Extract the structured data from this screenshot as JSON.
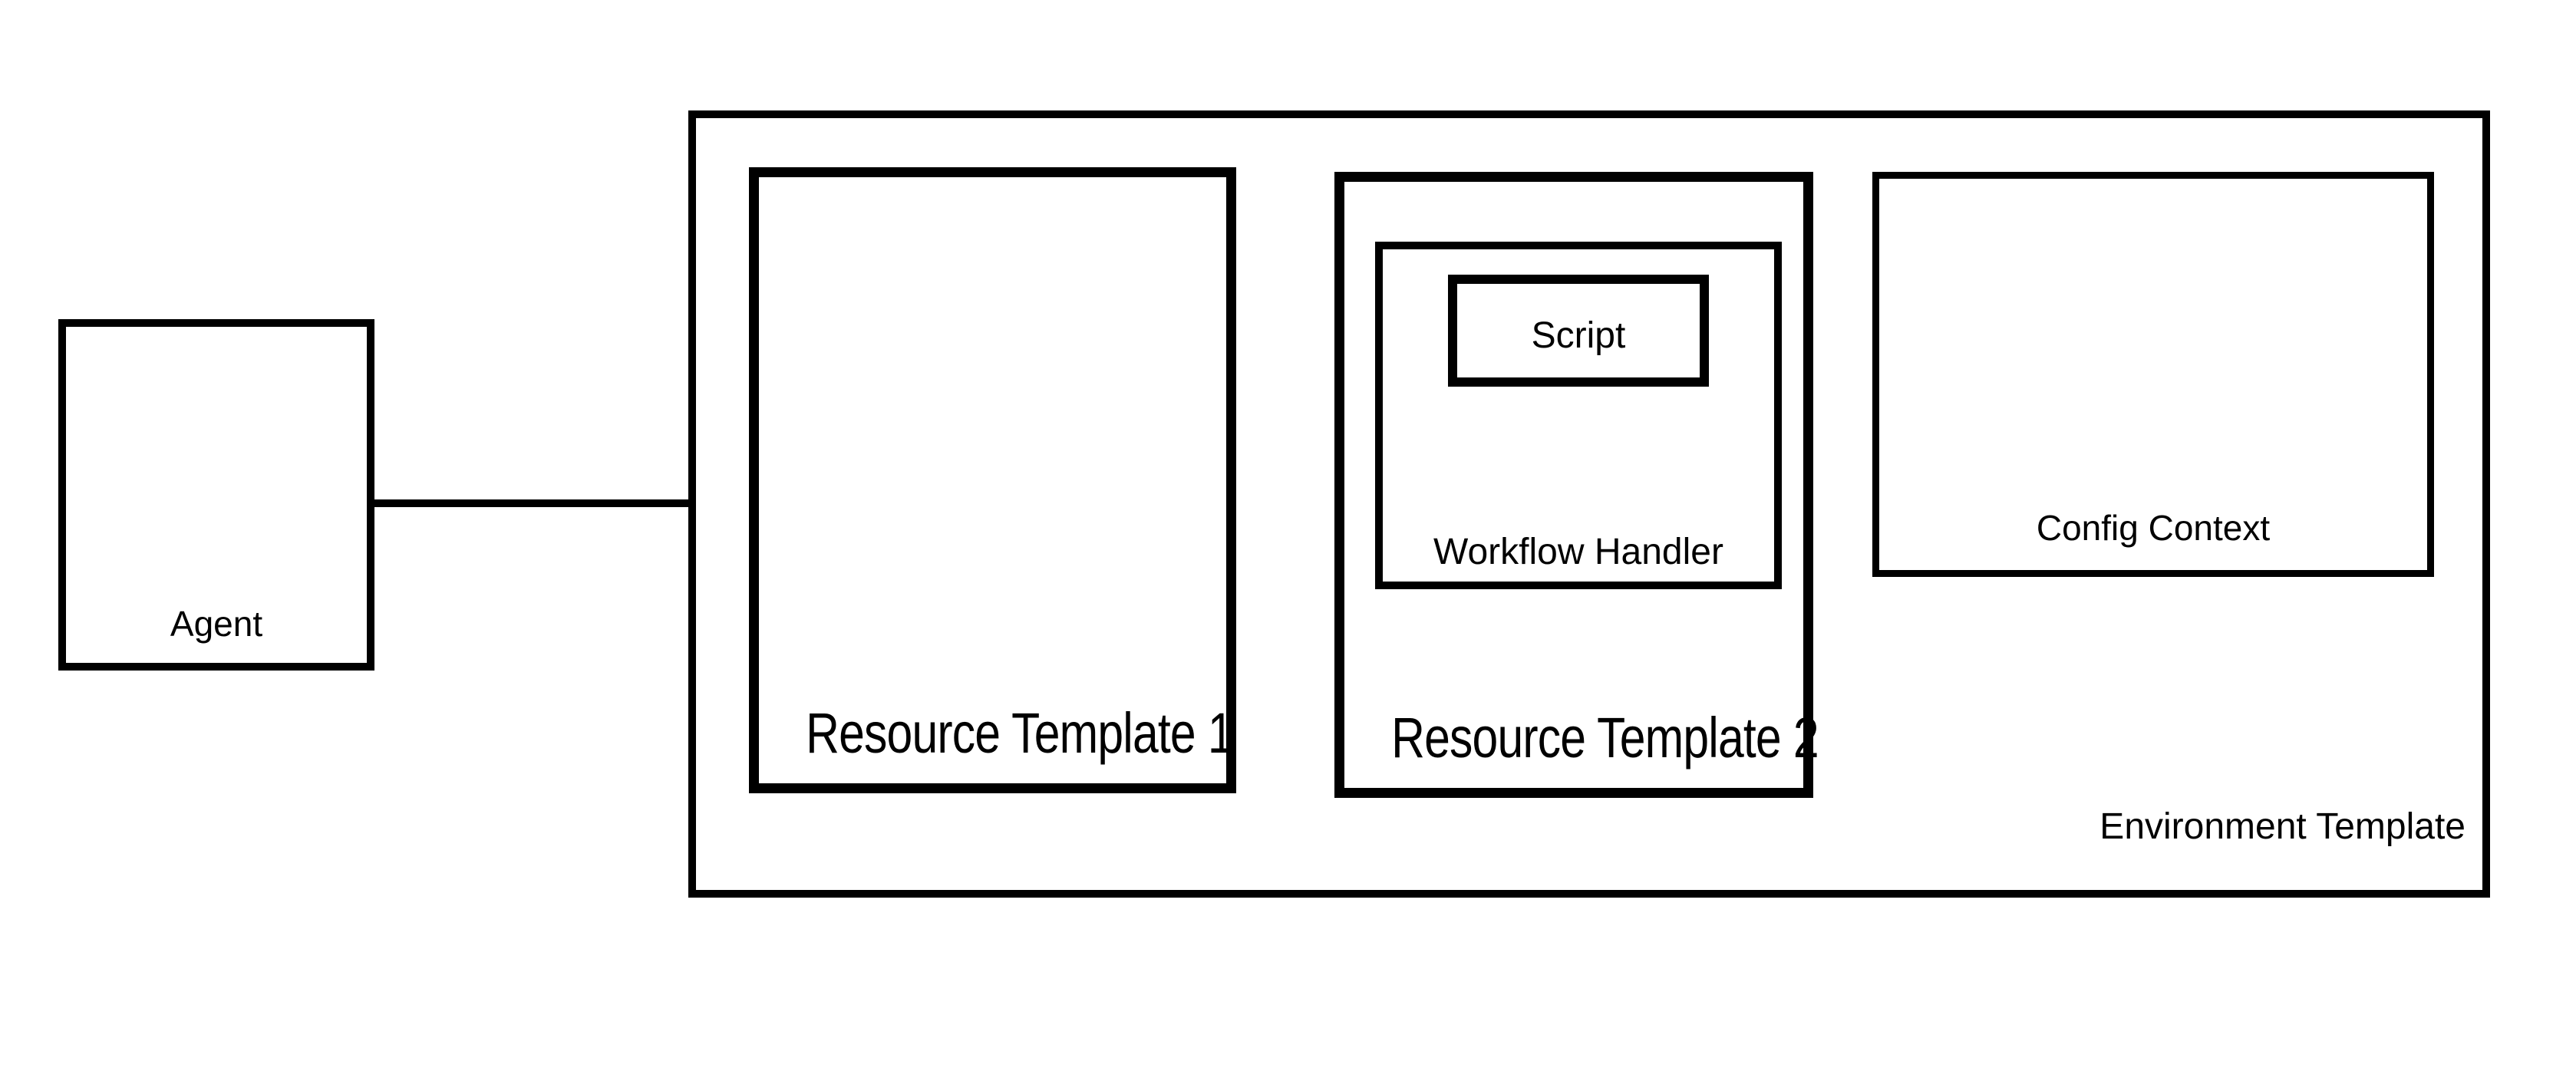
{
  "diagram": {
    "title": "Environment template structure diagram",
    "colors": {
      "border": "#000000",
      "background": "#ffffff",
      "text": "#000000"
    },
    "nodes": {
      "agent": {
        "label": "Agent"
      },
      "environment_template": {
        "label": "Environment Template"
      },
      "resource_template_1": {
        "label": "Resource Template 1"
      },
      "resource_template_2": {
        "label": "Resource Template 2"
      },
      "workflow_handler": {
        "label": "Workflow Handler"
      },
      "script": {
        "label": "Script"
      },
      "config_context": {
        "label": "Config Context"
      }
    },
    "edges": [
      {
        "from": "agent",
        "to": "environment_template",
        "style": "plain-line"
      }
    ],
    "containment": [
      "environment_template > resource_template_1",
      "environment_template > resource_template_2",
      "environment_template > config_context",
      "resource_template_2 > workflow_handler",
      "workflow_handler > script"
    ]
  }
}
